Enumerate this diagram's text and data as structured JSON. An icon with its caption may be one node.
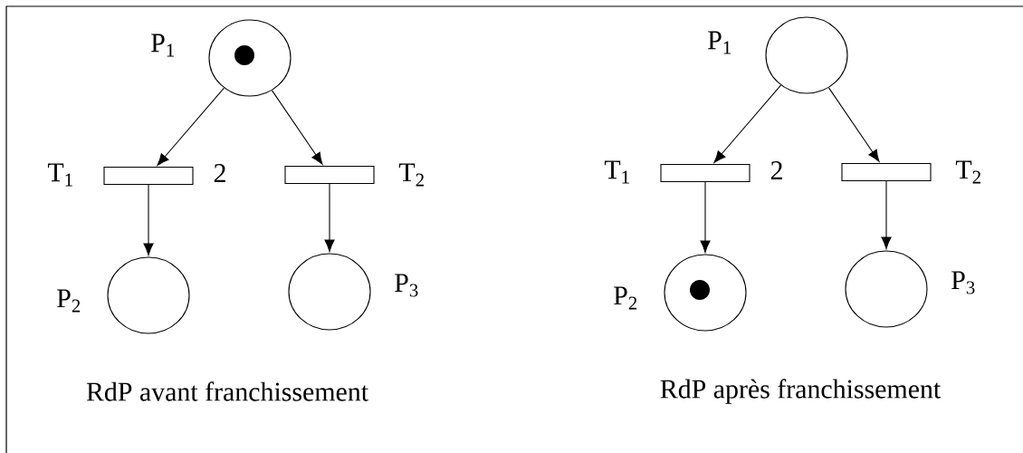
{
  "diagram": {
    "nodes": [
      {
        "text": [],
        "shape": "circle",
        "beside": [
          "P$_{1}$"
        ]
      },
      {
        "text": [],
        "shape": "dot",
        "in": 0
      },
      {
        "text": [],
        "shape": "bar",
        "beside": [
          "T$_{1}$",
          "2"
        ]
      },
      {
        "text": [],
        "shape": "bar",
        "beside": [
          "T$_{2}$"
        ]
      },
      {
        "text": [],
        "shape": "circle",
        "beside": [
          "P$_{2}$"
        ]
      },
      {
        "text": [],
        "shape": "circle",
        "beside": [
          "P$_{3}$"
        ]
      },
      {
        "text": [],
        "shape": "circle",
        "beside": [
          "P$_{1}$"
        ]
      },
      {
        "text": [],
        "shape": "bar",
        "beside": [
          "T$_{1}$",
          "2"
        ]
      },
      {
        "text": [],
        "shape": "bar",
        "beside": [
          "T$_{2}$"
        ]
      },
      {
        "text": [],
        "shape": "circle",
        "beside": [
          "P$_{2}$"
        ]
      },
      {
        "text": [],
        "shape": "dot",
        "in": 9
      },
      {
        "text": [],
        "shape": "circle",
        "beside": [
          "P$_{3}$"
        ]
      }
    ],
    "edges": [
      {
        "from": 0,
        "to": 2,
        "arrow": "to"
      },
      {
        "from": 0,
        "to": 3,
        "arrow": "to"
      },
      {
        "from": 2,
        "to": 4,
        "arrow": "to"
      },
      {
        "from": 3,
        "to": 5,
        "arrow": "to"
      },
      {
        "from": 6,
        "to": 7,
        "arrow": "to"
      },
      {
        "from": 6,
        "to": 8,
        "arrow": "to"
      },
      {
        "from": 7,
        "to": 9,
        "arrow": "to"
      },
      {
        "from": 8,
        "to": 11,
        "arrow": "to"
      }
    ],
    "labels": [
      "RdP avant franchissement",
      "RdP après franchissement"
    ]
  }
}
